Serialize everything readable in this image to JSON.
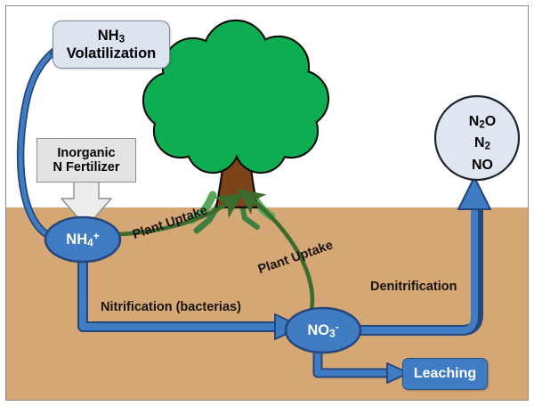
{
  "diagram": {
    "title": "Nitrogen Cycle Diagram",
    "background_sky_color": "#ffffff",
    "soil_color": "#d5a775",
    "border_color": "#8a8a8a"
  },
  "nodes": {
    "nh3_box": {
      "line1": "NH",
      "line1_sub": "3",
      "line2": "Volatilization",
      "fill": "#dce4f0",
      "stroke": "#7d8899",
      "text_color": "#000000"
    },
    "fertilizer_box": {
      "line1": "Inorganic",
      "line2": "N Fertilizer",
      "fill": "#e3e3e3",
      "stroke": "#8d8d8d",
      "text_color": "#000000"
    },
    "ammonium": {
      "formula": "NH",
      "sub": "4",
      "sup": "+",
      "fill": "#3f7cc4",
      "stroke": "#25477a",
      "text_color": "#ffffff"
    },
    "nitrate": {
      "formula": "NO",
      "sub": "3",
      "sup": "-",
      "fill": "#3f7cc4",
      "stroke": "#25477a",
      "text_color": "#ffffff"
    },
    "gas_circle": {
      "line1": "N",
      "line1_sub": "2",
      "line1_tail": "O",
      "line2": "N",
      "line2_sub": "2",
      "line3": "NO",
      "fill": "#dfe6f2",
      "stroke": "#1d2533",
      "text_color": "#000000"
    },
    "leaching_box": {
      "label": "Leaching",
      "fill": "#3f7cc4",
      "stroke": "#2a4f84",
      "text_color": "#ffffff"
    }
  },
  "flows": {
    "plant_uptake_ammonium": "Plant Uptake",
    "plant_uptake_nitrate": "Plant Uptake",
    "nitrification": "Nitrification (bacterias)",
    "denitrification": "Denitrification"
  },
  "arrows": {
    "blue_fill": "#3f7cc4",
    "blue_stroke": "#25477a",
    "green_stroke": "#3c6b2e",
    "fertilizer_arrow_fill": "#ededed",
    "fertilizer_arrow_stroke": "#8d8d8d"
  },
  "tree": {
    "canopy_color": "#0fad52",
    "canopy_stroke": "#0a0a0a",
    "trunk_color": "#7c4418",
    "trunk_stroke": "#120d08",
    "root_color": "#5aa85a"
  }
}
